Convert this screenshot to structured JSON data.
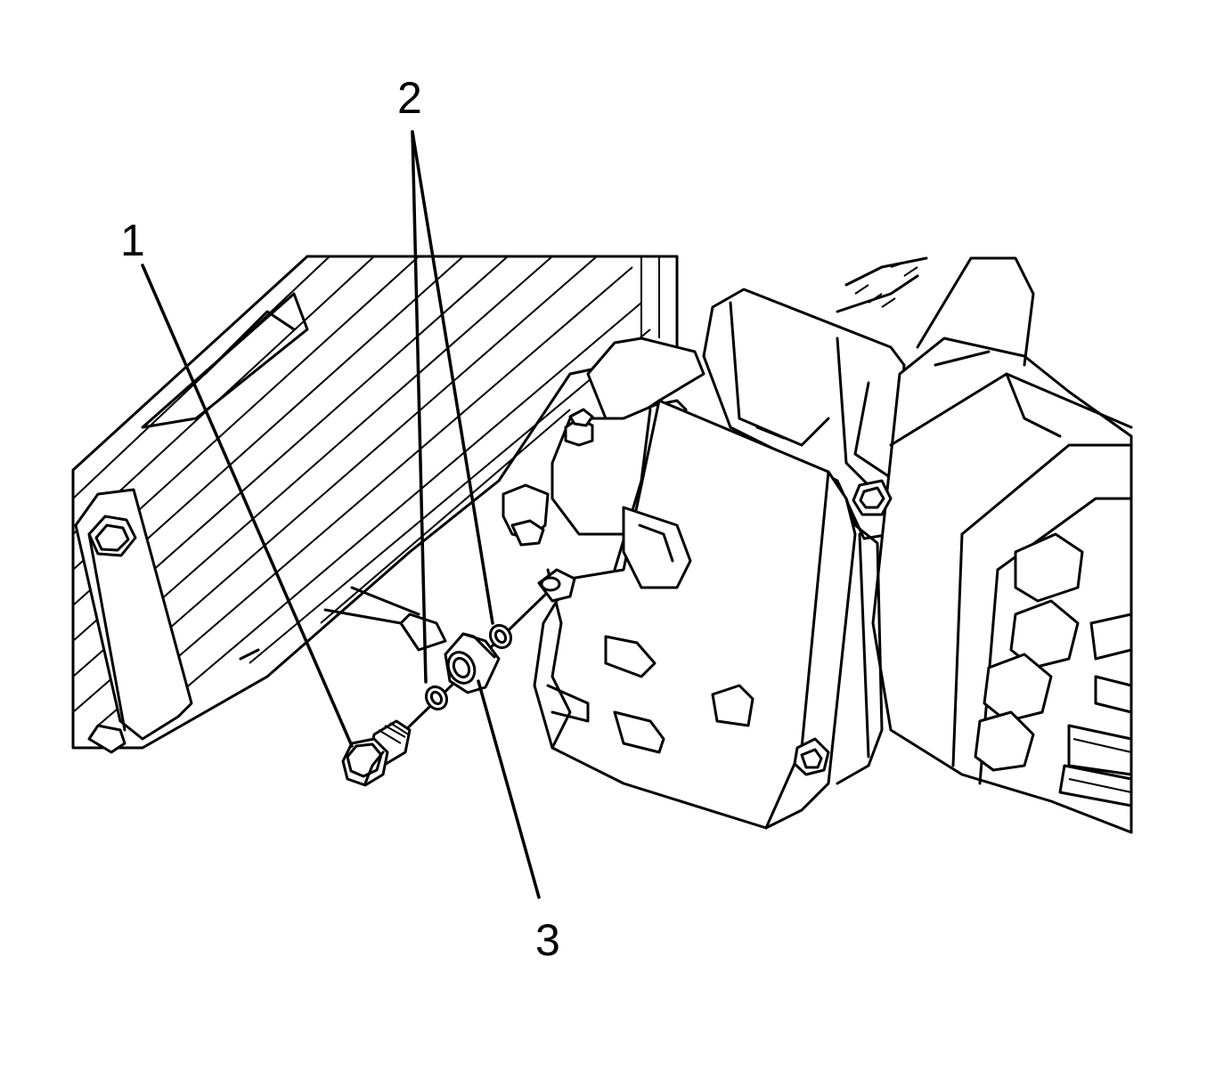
{
  "diagram": {
    "callouts": [
      {
        "id": "callout-1",
        "label": "1",
        "part": "bolt"
      },
      {
        "id": "callout-2",
        "label": "2",
        "part": "washers"
      },
      {
        "id": "callout-3",
        "label": "3",
        "part": "brake-hose-fitting"
      }
    ],
    "colors": {
      "line": "#000000",
      "background": "#ffffff"
    }
  }
}
